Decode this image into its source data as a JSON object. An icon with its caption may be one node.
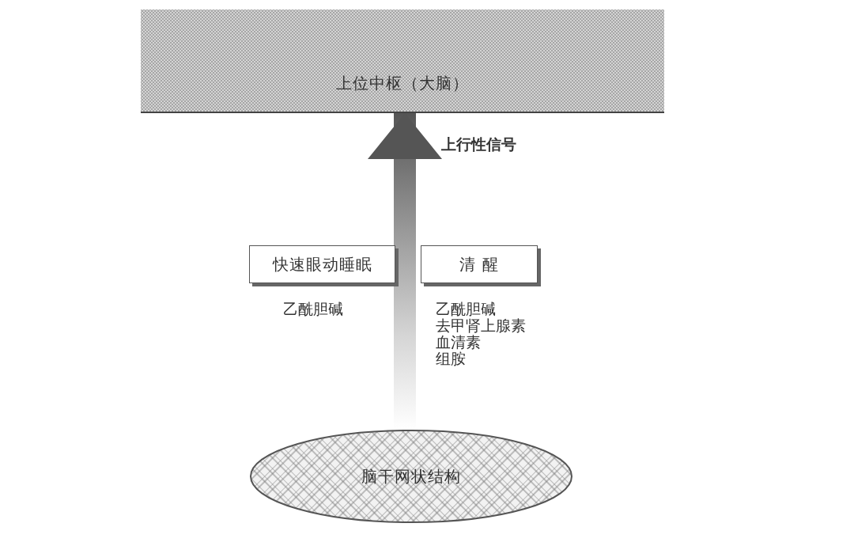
{
  "diagram": {
    "nodes": [
      {
        "text": [
          "上位中枢（大脑）"
        ]
      },
      {
        "text": [
          "快速眼动睡眠"
        ],
        "beside": [
          "乙酰胆碱"
        ]
      },
      {
        "text": [
          "清 醒"
        ],
        "beside": [
          "乙酰胆碱",
          "去甲肾上腺素",
          "血清素",
          "组胺"
        ]
      },
      {
        "text": [
          "脑干网状结构"
        ]
      }
    ],
    "edges": [
      {
        "from": 3,
        "to": 0,
        "arrow": "to",
        "label": "上行性信号",
        "style": "thick"
      }
    ]
  }
}
